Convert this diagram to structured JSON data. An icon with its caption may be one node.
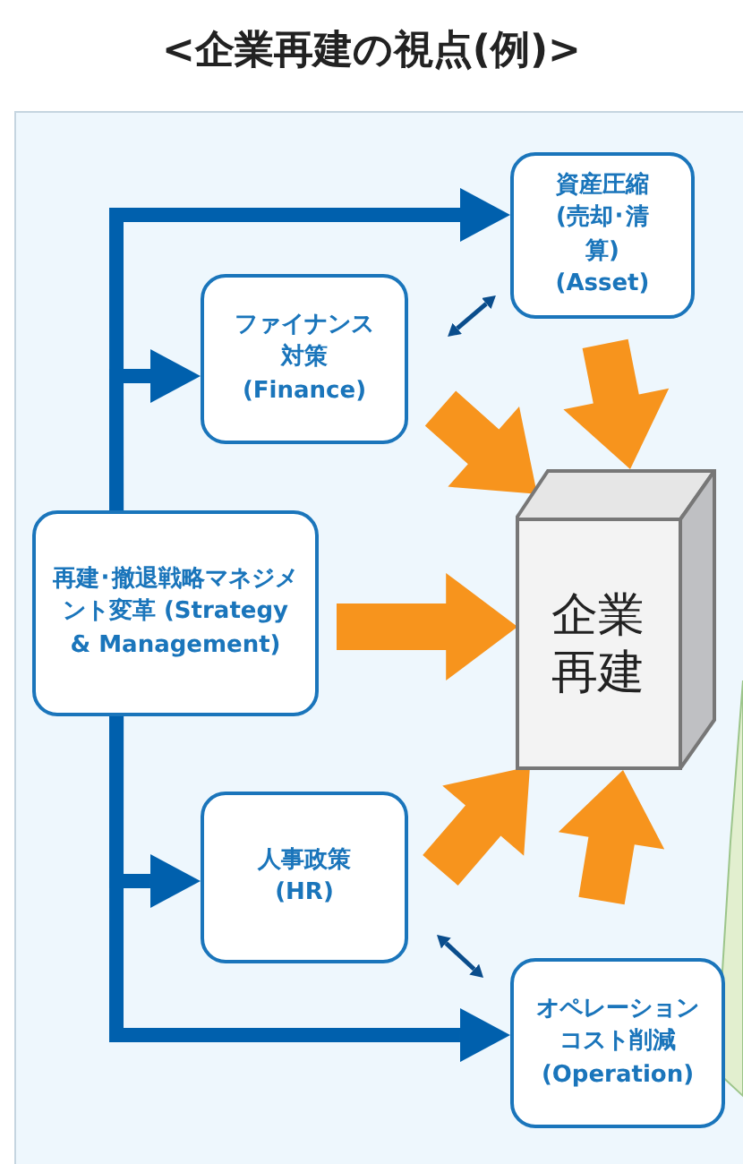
{
  "diagram": {
    "title": "<企業再建の視点(例)>",
    "nodes": [
      {
        "text": [
          "資産圧縮(売却･清算) (Asset)"
        ]
      },
      {
        "text": [
          "ファイナンス対策 (Finance)"
        ]
      },
      {
        "text": [
          "再建･撤退戦略マネジメント変革 (Strategy & Management)"
        ]
      },
      {
        "text": [
          "企業再建"
        ]
      },
      {
        "text": [
          "人事政策 (HR)"
        ]
      },
      {
        "text": [
          "オペレーションコスト削減 (Operation)"
        ]
      }
    ],
    "edges": [
      {
        "from": 2,
        "to": 0,
        "arrow": "to",
        "color": "#0060ad"
      },
      {
        "from": 2,
        "to": 1,
        "arrow": "to",
        "color": "#0060ad"
      },
      {
        "from": 2,
        "to": 4,
        "arrow": "to",
        "color": "#0060ad"
      },
      {
        "from": 2,
        "to": 5,
        "arrow": "to",
        "color": "#0060ad"
      },
      {
        "from": 1,
        "to": 0,
        "arrow": "both",
        "color": "#0a4d8c"
      },
      {
        "from": 4,
        "to": 5,
        "arrow": "both",
        "color": "#0a4d8c"
      },
      {
        "from": 0,
        "to": 3,
        "arrow": "to",
        "style": "thick",
        "color": "#f7941d"
      },
      {
        "from": 1,
        "to": 3,
        "arrow": "to",
        "style": "thick",
        "color": "#f7941d"
      },
      {
        "from": 2,
        "to": 3,
        "arrow": "to",
        "style": "thick",
        "color": "#f7941d"
      },
      {
        "from": 4,
        "to": 3,
        "arrow": "to",
        "style": "thick",
        "color": "#f7941d"
      },
      {
        "from": 5,
        "to": 3,
        "arrow": "to",
        "style": "thick",
        "color": "#f7941d"
      }
    ]
  }
}
